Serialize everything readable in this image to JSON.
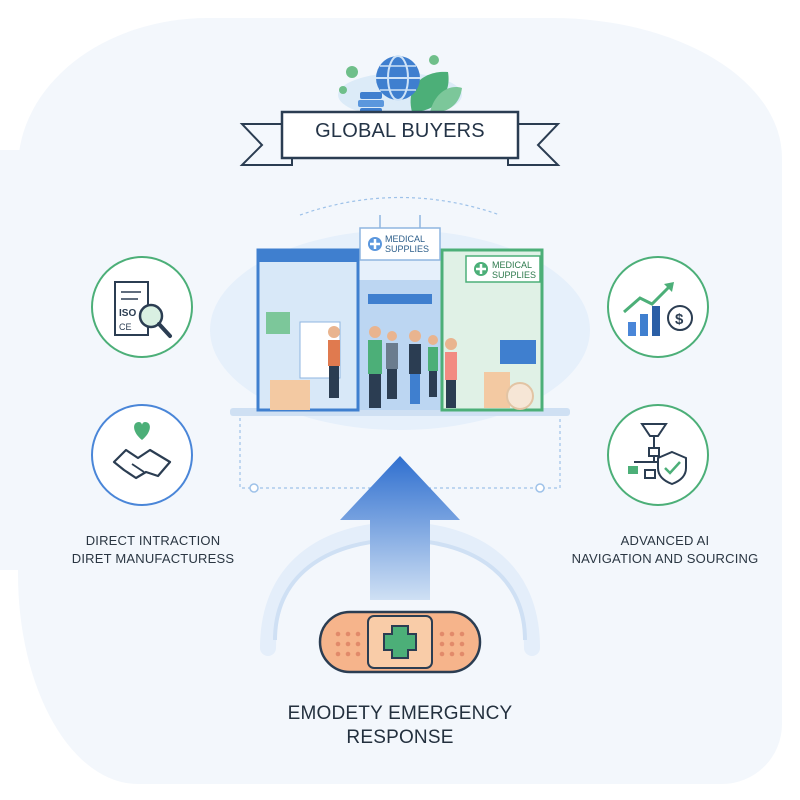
{
  "banner": {
    "title": "GLOBAL BUYERS"
  },
  "booth": {
    "left_sign": "MEDICAL SUPPLIES",
    "right_sign": "MEDICAL SUPPLIES",
    "left_sign_lines": [
      "MEDICAL",
      "SUPPLIES"
    ],
    "right_sign_lines": [
      "MEDICAL",
      "SUPPLIES"
    ]
  },
  "features": {
    "left": {
      "line1": "DIRECT INTRACTION",
      "line2": "DIRET MANUFACTURESS"
    },
    "right": {
      "line1": "ADVANCED AI",
      "line2": "NAVIGATION AND SOURCING"
    }
  },
  "bottom": {
    "line1": "EMODETY EMERGENCY",
    "line2": "RESPONSE"
  },
  "colors": {
    "accent_blue": "#4a86d8",
    "accent_green": "#4caf78",
    "bandage": "#f6b48b",
    "background": "#f3f7fc"
  },
  "icons": [
    "globe-icon",
    "leaf-icon",
    "iso-certificate-icon",
    "magnifier-icon",
    "handshake-icon",
    "heart-icon",
    "chart-dollar-icon",
    "funnel-network-icon",
    "shield-check-icon",
    "bandage-icon",
    "up-arrow-icon"
  ]
}
